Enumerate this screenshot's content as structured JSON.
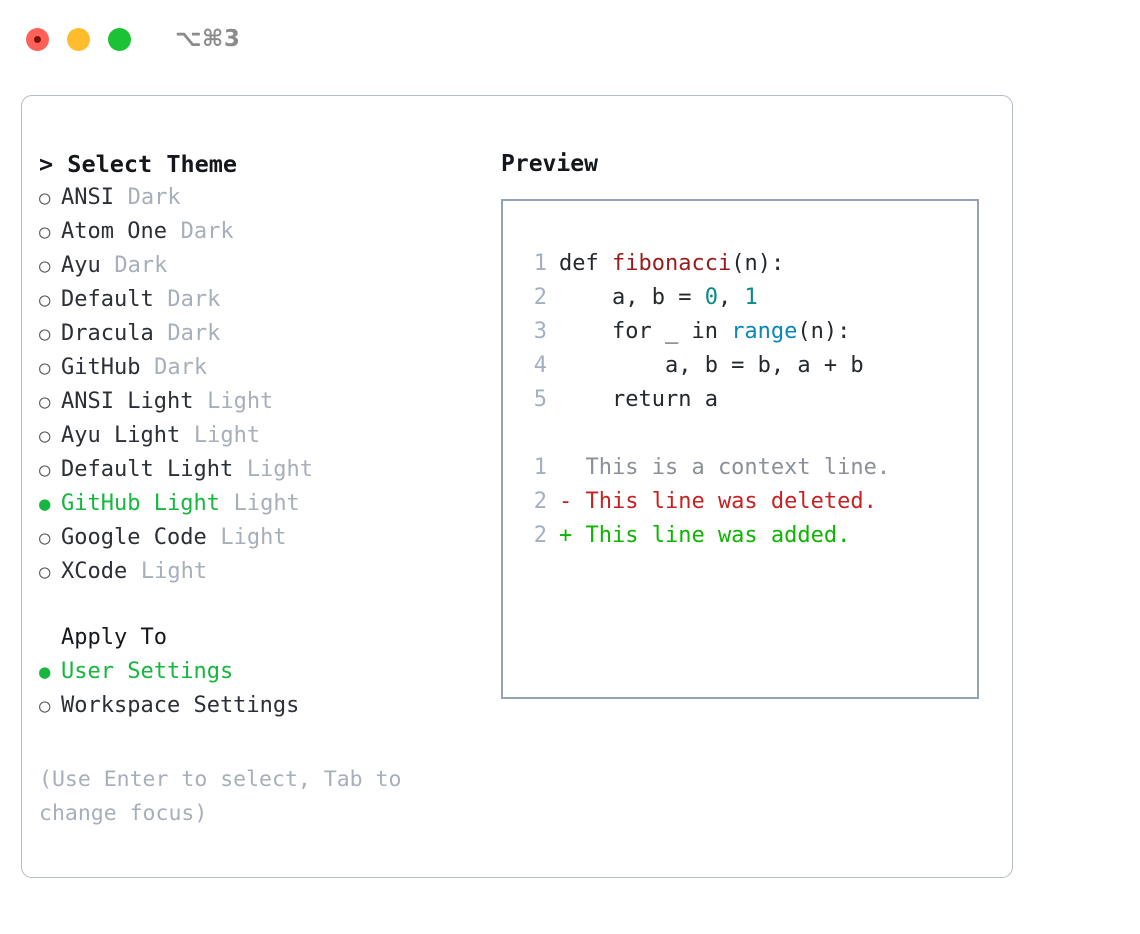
{
  "window": {
    "shortcut_label": "⌥⌘3",
    "traffic_lights": [
      "close-red",
      "minimize-yellow",
      "maximize-green"
    ]
  },
  "theme_panel": {
    "header": "> Select Theme",
    "items": [
      {
        "name": "ANSI",
        "category": "Dark",
        "selected": false
      },
      {
        "name": "Atom One",
        "category": "Dark",
        "selected": false
      },
      {
        "name": "Ayu",
        "category": "Dark",
        "selected": false
      },
      {
        "name": "Default",
        "category": "Dark",
        "selected": false
      },
      {
        "name": "Dracula",
        "category": "Dark",
        "selected": false
      },
      {
        "name": "GitHub",
        "category": "Dark",
        "selected": false
      },
      {
        "name": "ANSI Light",
        "category": "Light",
        "selected": false
      },
      {
        "name": "Ayu Light",
        "category": "Light",
        "selected": false
      },
      {
        "name": "Default Light",
        "category": "Light",
        "selected": false
      },
      {
        "name": "GitHub Light",
        "category": "Light",
        "selected": true
      },
      {
        "name": "Google Code",
        "category": "Light",
        "selected": false
      },
      {
        "name": "XCode",
        "category": "Light",
        "selected": false
      }
    ],
    "bullet_selected": "●",
    "bullet_unselected": "○"
  },
  "apply_to": {
    "header": "Apply To",
    "items": [
      {
        "name": "User Settings",
        "selected": true
      },
      {
        "name": "Workspace Settings",
        "selected": false
      }
    ]
  },
  "hint": {
    "text": "(Use Enter to select, Tab to change focus)"
  },
  "preview": {
    "title": "Preview",
    "code_lines": [
      {
        "no": "1",
        "tokens": [
          {
            "t": "def ",
            "c": "kw"
          },
          {
            "t": "fibonacci",
            "c": "fn"
          },
          {
            "t": "(n):",
            "c": "plain"
          }
        ]
      },
      {
        "no": "2",
        "tokens": [
          {
            "t": "    a, b = ",
            "c": "plain"
          },
          {
            "t": "0",
            "c": "num"
          },
          {
            "t": ", ",
            "c": "plain"
          },
          {
            "t": "1",
            "c": "num"
          }
        ]
      },
      {
        "no": "3",
        "tokens": [
          {
            "t": "    for _ in ",
            "c": "kw"
          },
          {
            "t": "range",
            "c": "call"
          },
          {
            "t": "(n):",
            "c": "plain"
          }
        ]
      },
      {
        "no": "4",
        "tokens": [
          {
            "t": "        a, b = b, a + b",
            "c": "plain"
          }
        ]
      },
      {
        "no": "5",
        "tokens": [
          {
            "t": "    return a",
            "c": "kw"
          }
        ]
      }
    ],
    "diff_lines": [
      {
        "no": "1",
        "marker": "  ",
        "text": "This is a context line.",
        "kind": "context"
      },
      {
        "no": "2",
        "marker": "- ",
        "text": "This line was deleted.",
        "kind": "del"
      },
      {
        "no": "2",
        "marker": "+ ",
        "text": "This line was added.",
        "kind": "add"
      }
    ]
  },
  "colors": {
    "accent_green": "#15b73e",
    "diff_add": "#0db500",
    "diff_del": "#c62222",
    "function_red": "#9b1c1c",
    "number_teal": "#0b8a8a",
    "call_blue": "#0b87b8",
    "muted_gray": "#a7afbb",
    "panel_border": "#b3bcc8",
    "preview_border": "#94a3b5"
  }
}
